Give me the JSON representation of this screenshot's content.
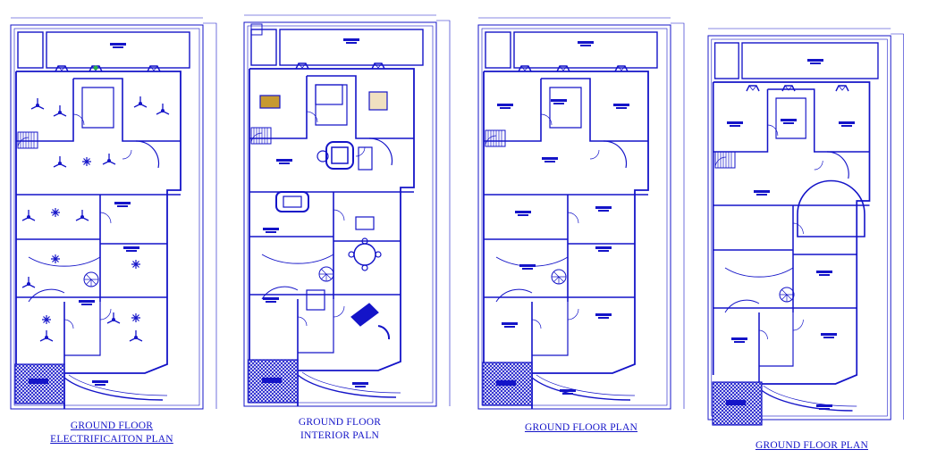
{
  "colors": {
    "line": "#1414c8",
    "hatch": "#1414c8",
    "paper": "#ffffff"
  },
  "plans": [
    {
      "id": "electrification",
      "title_lines": [
        "GROUND FLOOR",
        "ELECTRIFICAITON PLAN"
      ],
      "underlined": true
    },
    {
      "id": "interior",
      "title_lines": [
        "GROUND FLOOR",
        "INTERIOR PALN"
      ],
      "underlined": false
    },
    {
      "id": "plan-a",
      "title_lines": [
        "GROUND FLOOR PLAN"
      ],
      "underlined": true
    },
    {
      "id": "plan-b",
      "title_lines": [
        "GROUND FLOOR PLAN"
      ],
      "underlined": true
    }
  ]
}
